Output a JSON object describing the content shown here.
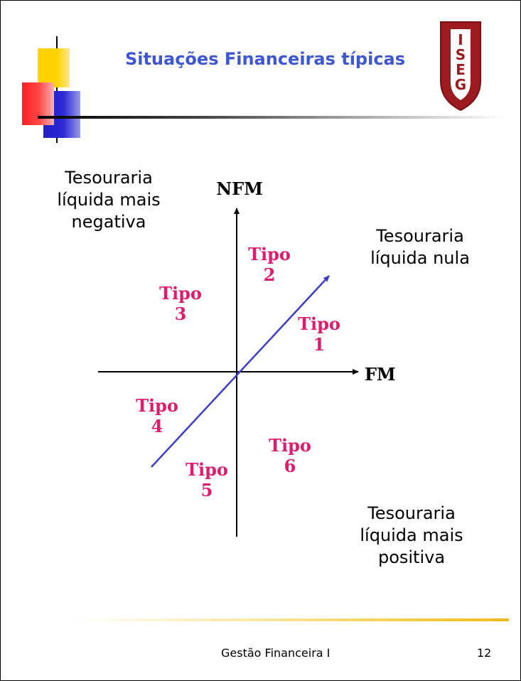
{
  "slide": {
    "title": "Situações Financeiras típicas",
    "logo_text": "ISEG",
    "footer_course": "Gestão Financeira I",
    "page_number": "12"
  },
  "diagram": {
    "y_axis_label": "NFM",
    "x_axis_label": "FM",
    "corner_labels": {
      "top_left": [
        "Tesouraria",
        "líquida mais",
        "negativa"
      ],
      "top_right": [
        "Tesouraria",
        "líquida nula"
      ],
      "bottom_right": [
        "Tesouraria",
        "líquida mais",
        "positiva"
      ]
    },
    "regions": [
      {
        "word": "Tipo",
        "number": "1"
      },
      {
        "word": "Tipo",
        "number": "2"
      },
      {
        "word": "Tipo",
        "number": "3"
      },
      {
        "word": "Tipo",
        "number": "4"
      },
      {
        "word": "Tipo",
        "number": "5"
      },
      {
        "word": "Tipo",
        "number": "6"
      }
    ],
    "colors": {
      "title": "#3d56d4",
      "tipo": "#e01a6e",
      "diagonal": "#3b3fc4",
      "axes": "#000000"
    }
  }
}
